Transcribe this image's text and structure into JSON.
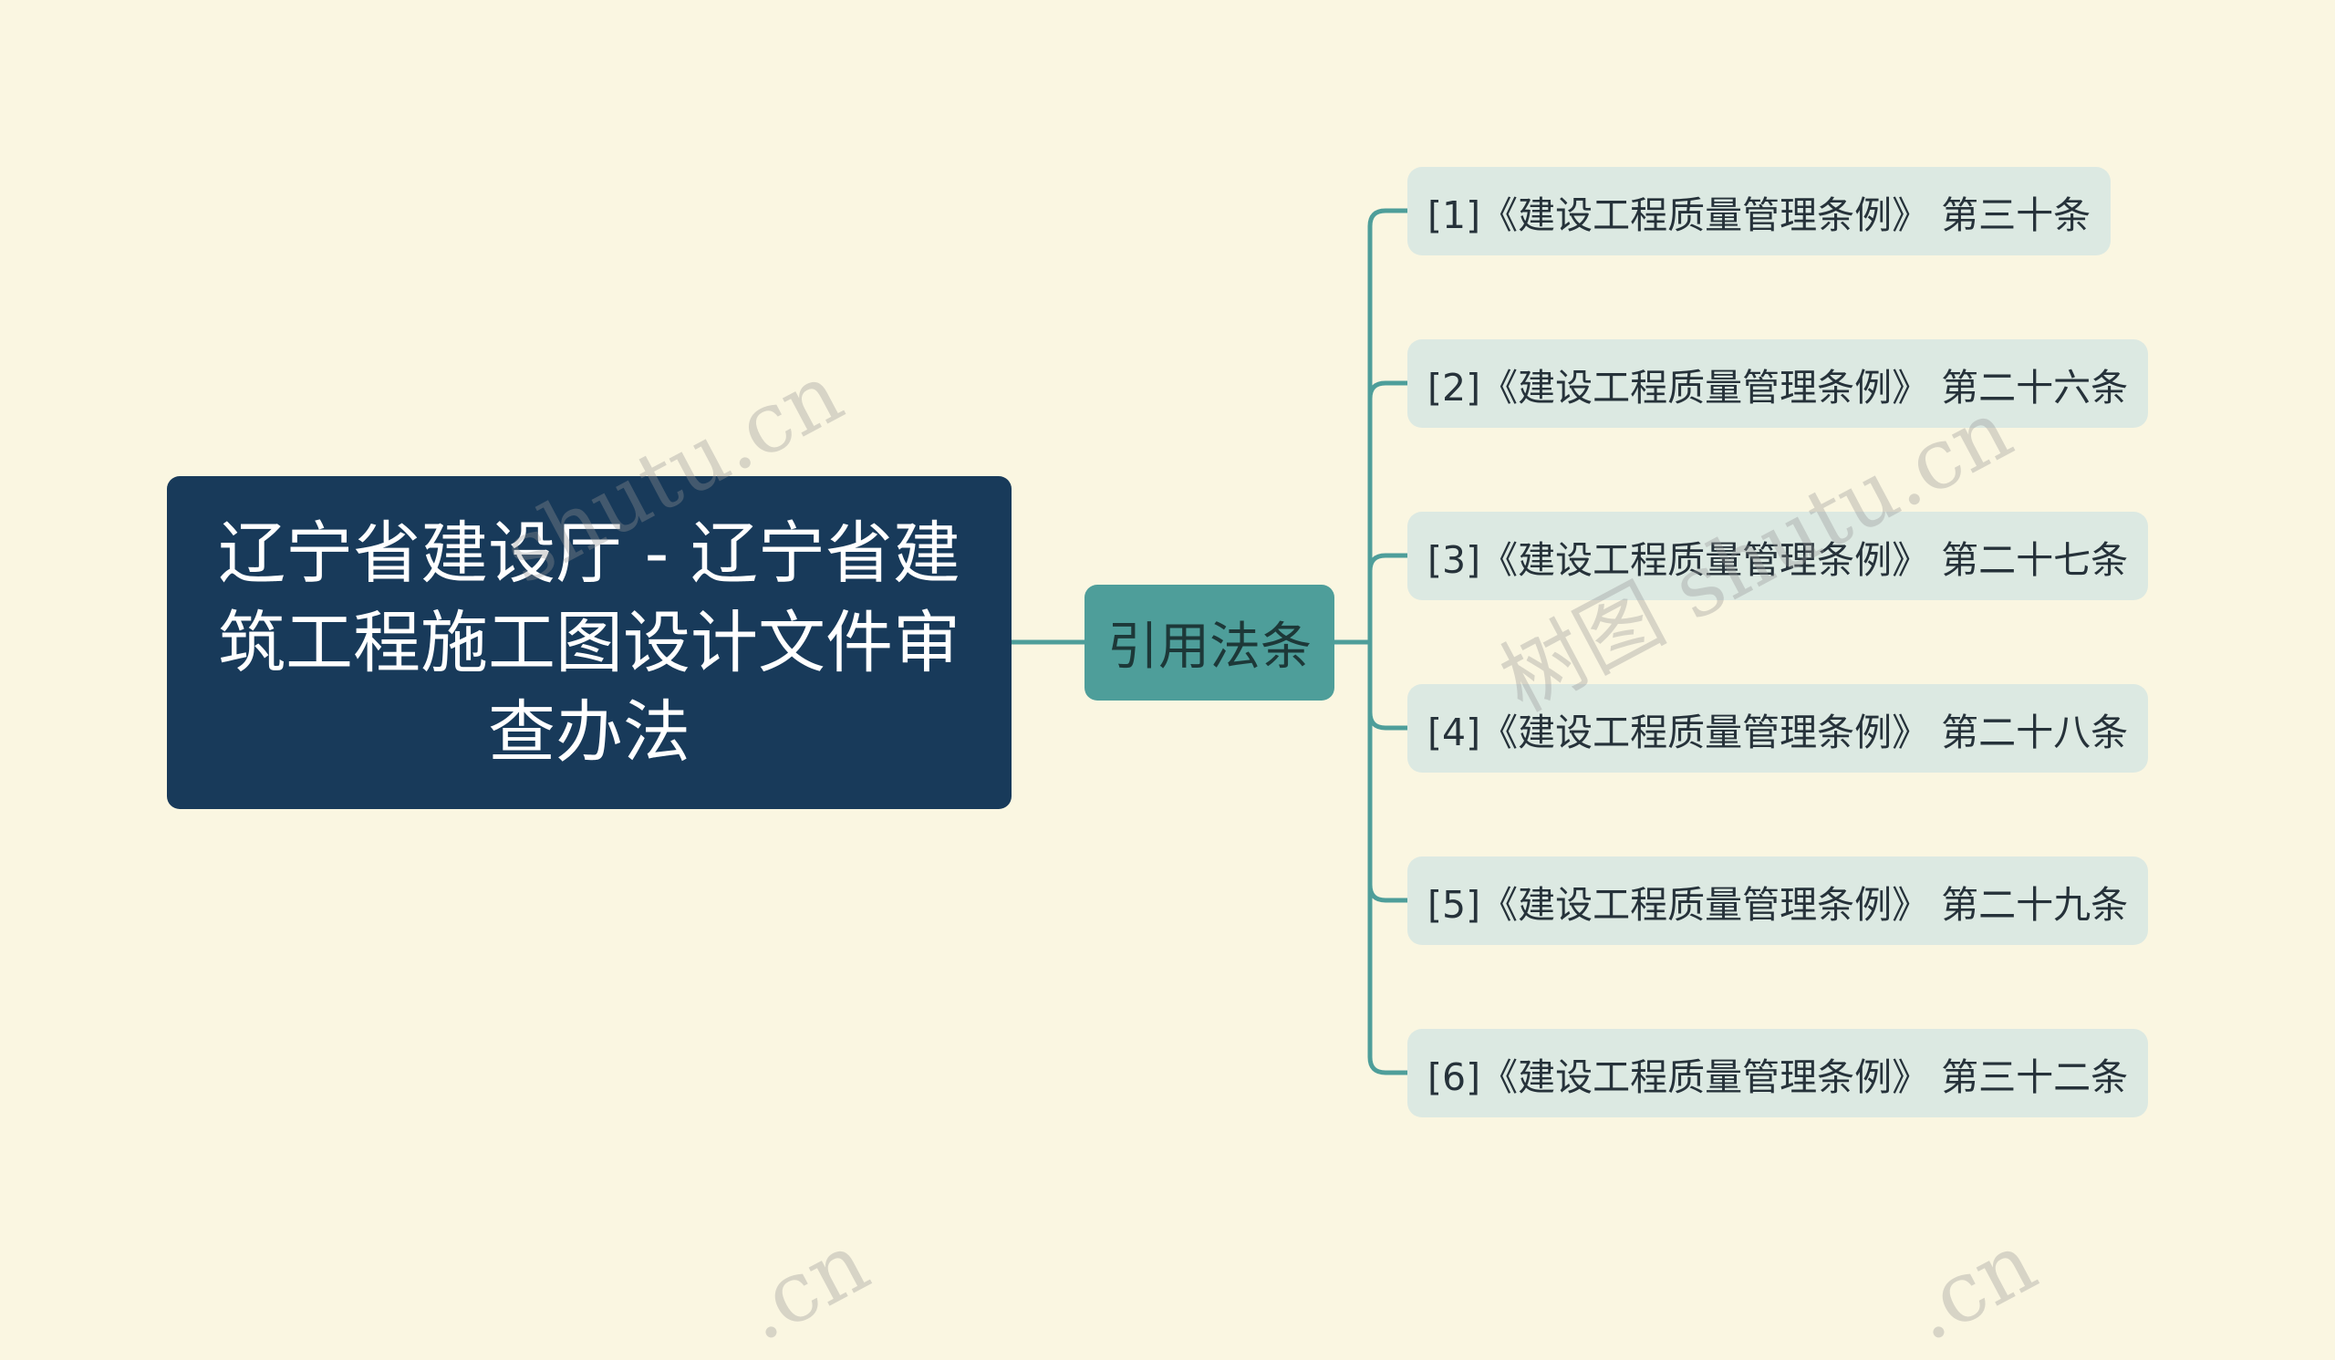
{
  "diagram": {
    "root": {
      "label": "辽宁省建设厅 - 辽宁省建筑工程施工图设计文件审查办法"
    },
    "branch": {
      "label": "引用法条"
    },
    "leaves": [
      {
        "label": "[1]《建设工程质量管理条例》 第三十条"
      },
      {
        "label": "[2]《建设工程质量管理条例》 第二十六条"
      },
      {
        "label": "[3]《建设工程质量管理条例》 第二十七条"
      },
      {
        "label": "[4]《建设工程质量管理条例》 第二十八条"
      },
      {
        "label": "[5]《建设工程质量管理条例》 第二十九条"
      },
      {
        "label": "[6]《建设工程质量管理条例》 第三十二条"
      }
    ]
  },
  "watermarks": [
    "shutu.cn",
    "树图 shutu.cn",
    ".cn",
    ".cn"
  ],
  "colors": {
    "background": "#faf6e1",
    "root": "#183a5a",
    "branch": "#4e9e9a",
    "leaf": "#dce9e2",
    "connector": "#4e9e9a"
  }
}
